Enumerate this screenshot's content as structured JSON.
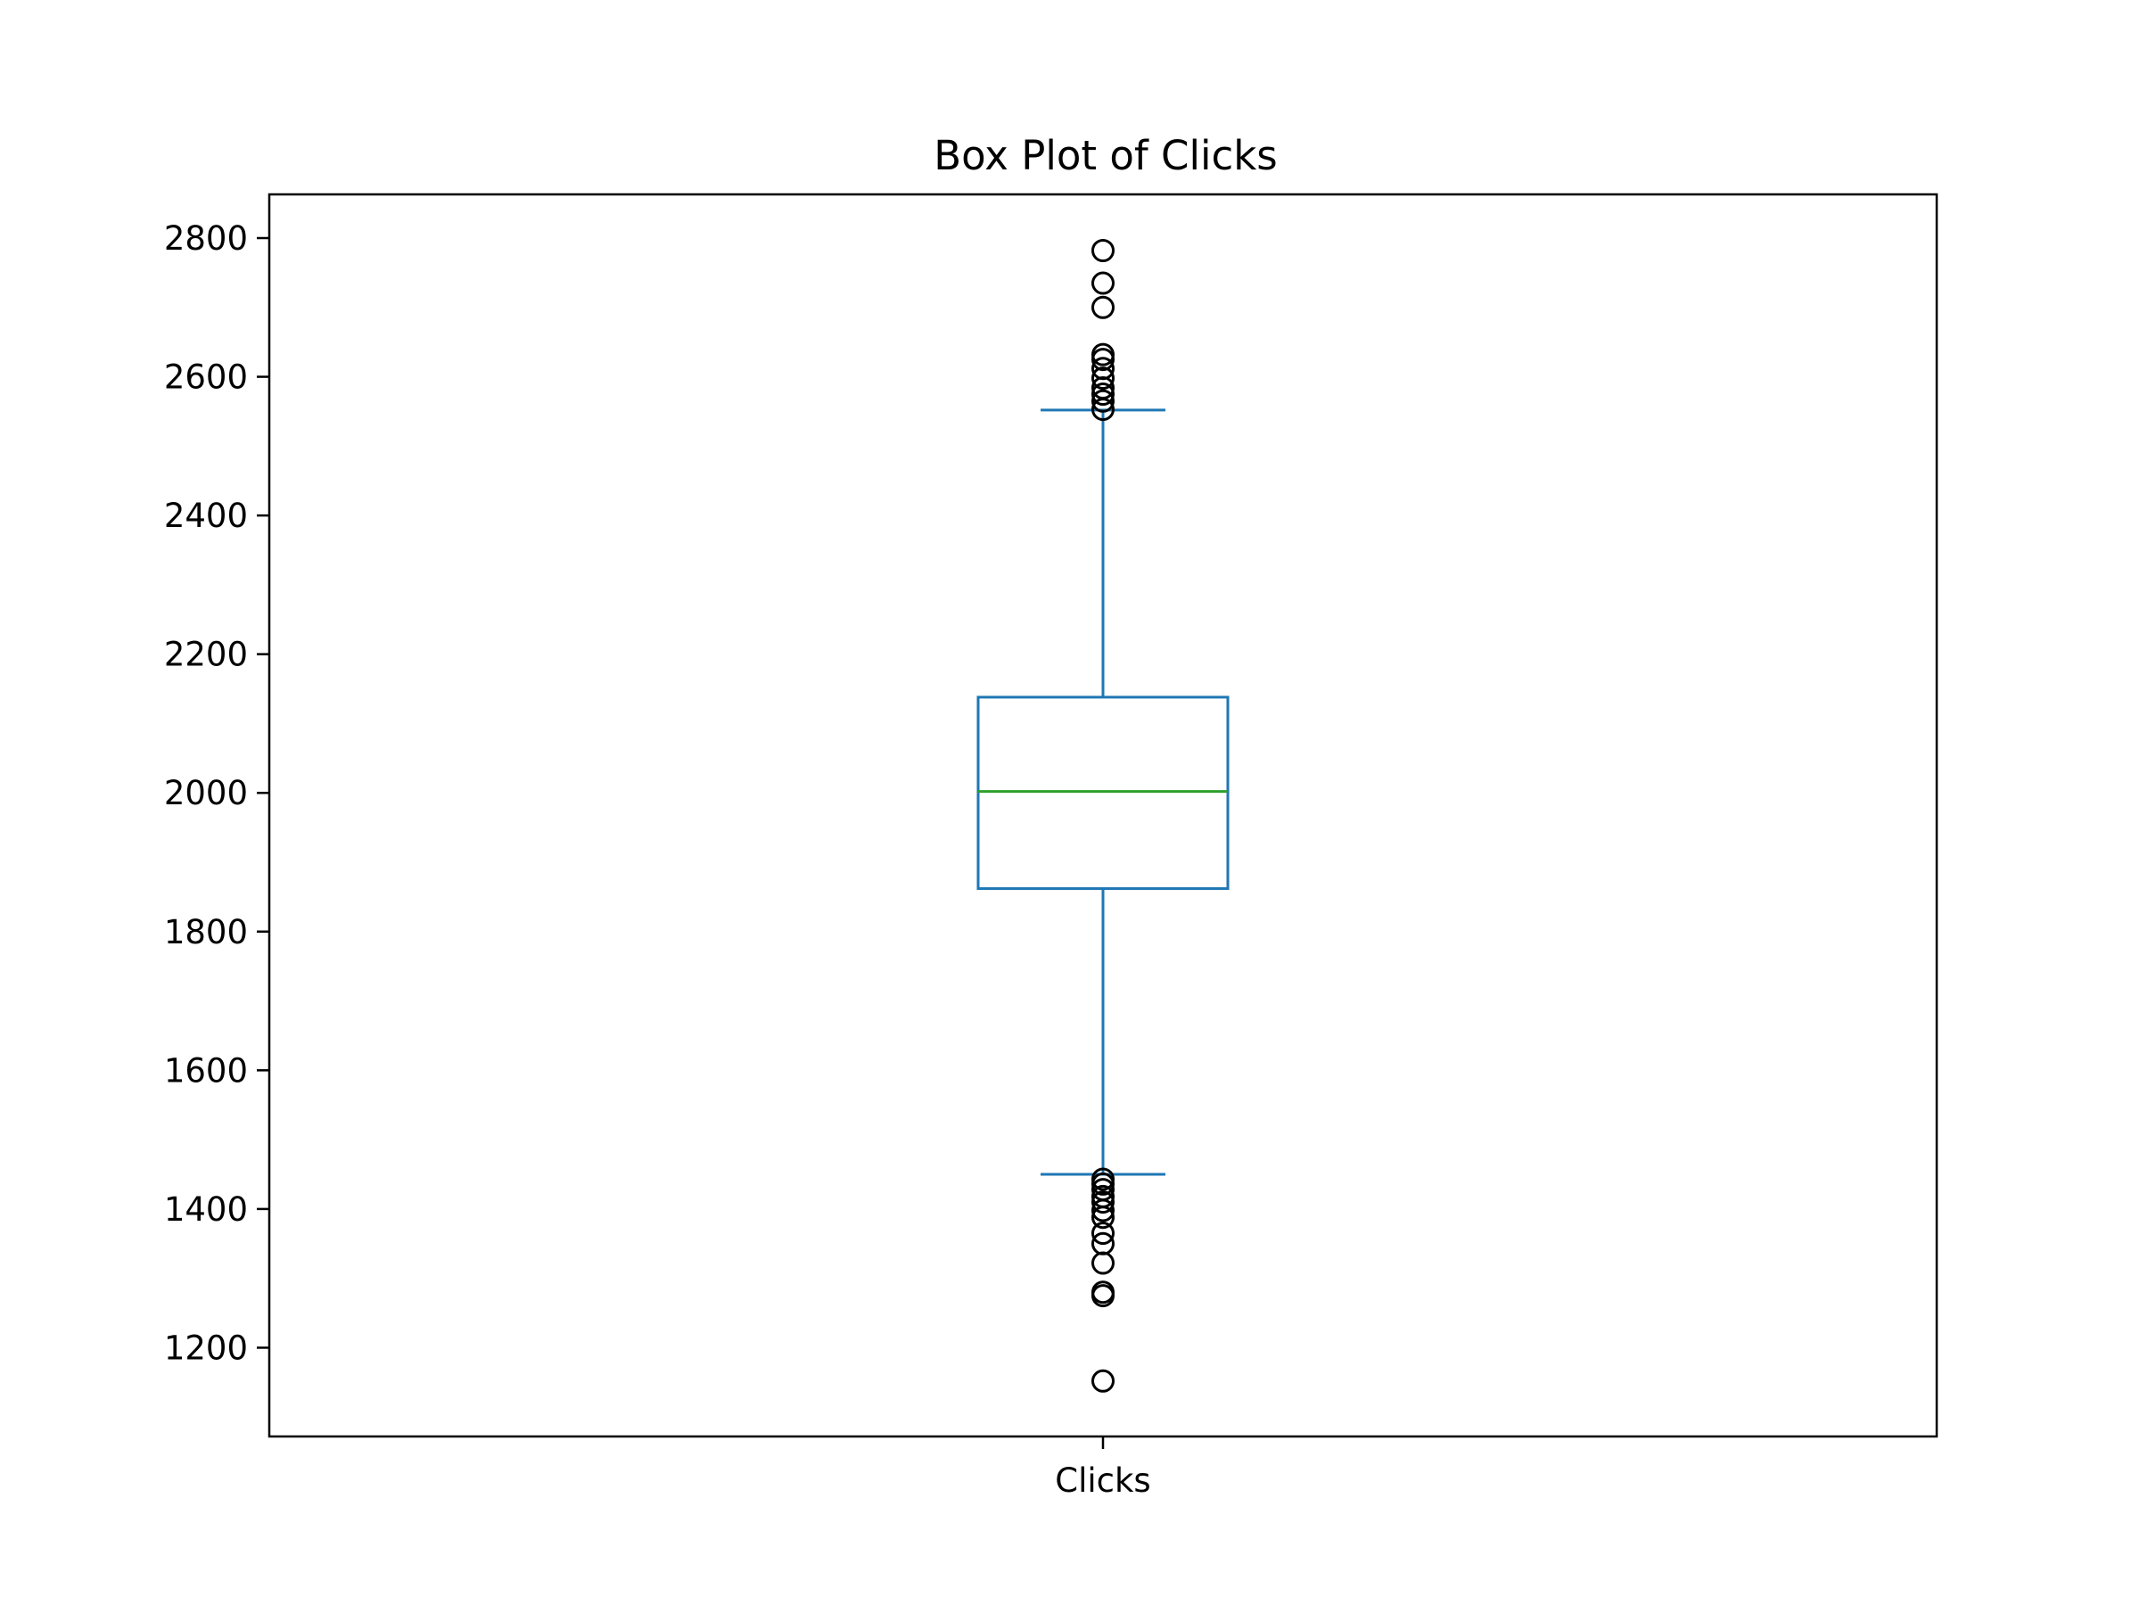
{
  "chart_data": {
    "type": "box",
    "title": "Box Plot of Clicks",
    "categories": [
      "Clicks"
    ],
    "yticks": [
      1200,
      1400,
      1600,
      1800,
      2000,
      2200,
      2400,
      2600,
      2800
    ],
    "ylim": [
      1072,
      2863
    ],
    "grid": false,
    "box": {
      "whisker_low": 1450,
      "q1": 1862,
      "median": 2002,
      "q3": 2138,
      "whisker_high": 2552
    },
    "outliers": [
      2782,
      2735,
      2700,
      2632,
      2625,
      2612,
      2598,
      2584,
      2575,
      2565,
      2553,
      1443,
      1436,
      1428,
      1418,
      1410,
      1398,
      1388,
      1365,
      1350,
      1322,
      1280,
      1275,
      1152
    ],
    "colors": {
      "box": "#1f77b4",
      "median": "#2ca02c",
      "outlier": "#000000",
      "frame": "#000000"
    }
  }
}
